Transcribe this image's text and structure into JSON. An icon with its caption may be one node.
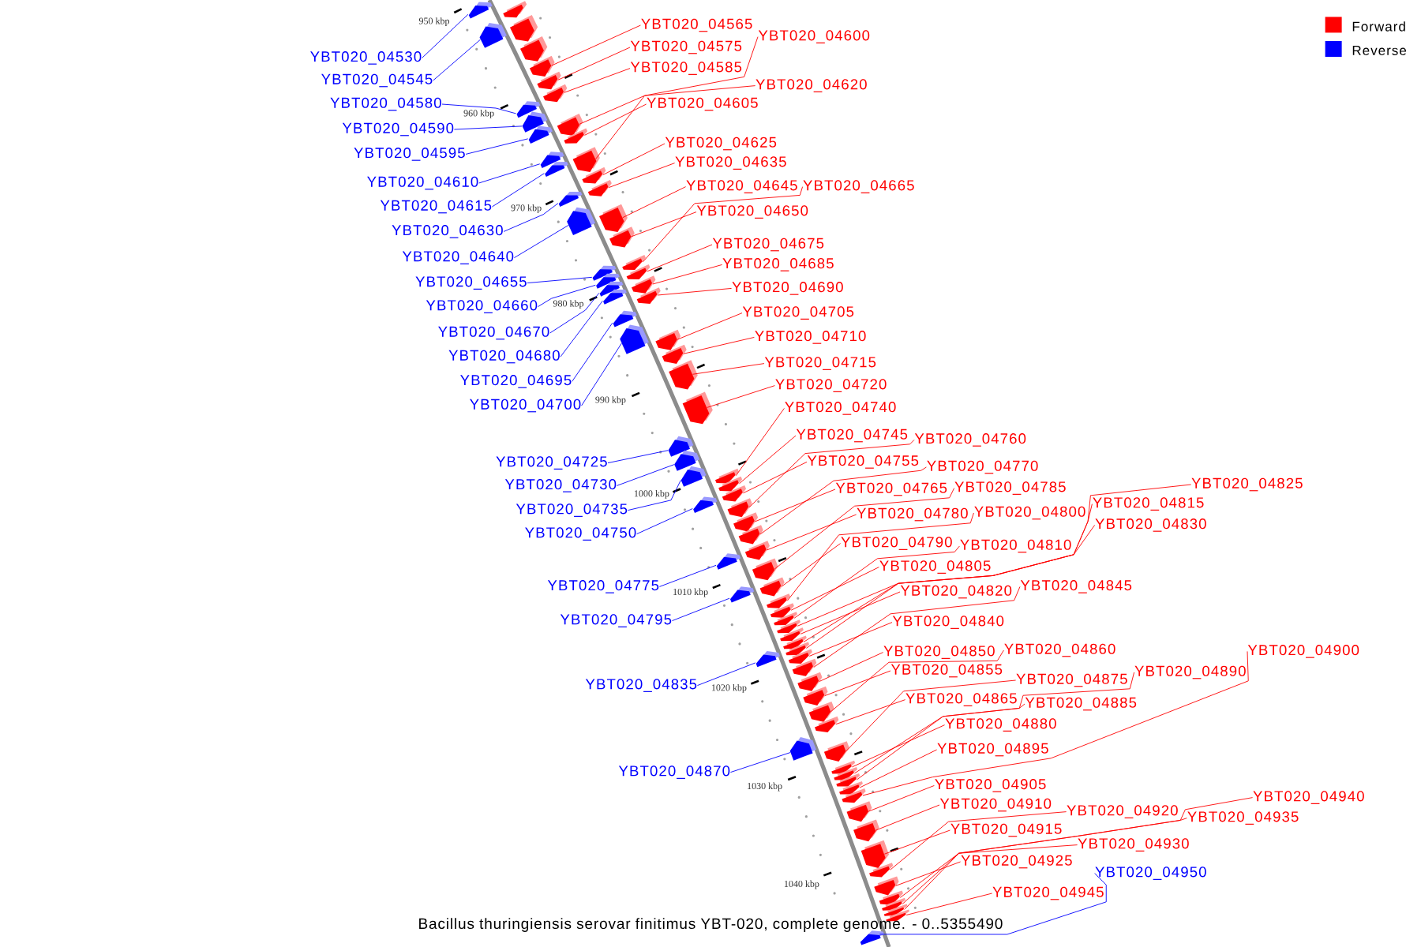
{
  "diagram": {
    "caption": "Bacillus thuringiensis serovar finitimus YBT-020, complete genome. - 0..5355490",
    "nodes": [
      {
        "text": [
          "YBT020_04565"
        ]
      },
      {
        "text": [
          "YBT020_04600"
        ]
      },
      {
        "text": [
          "YBT020_04575"
        ]
      },
      {
        "text": [
          "YBT020_04530"
        ]
      },
      {
        "text": [
          "YBT020_04585"
        ]
      },
      {
        "text": [
          "YBT020_04545"
        ]
      },
      {
        "text": [
          "YBT020_04620"
        ]
      },
      {
        "text": [
          "YBT020_04580"
        ]
      },
      {
        "text": [
          "YBT020_04605"
        ]
      },
      {
        "text": [
          "YBT020_04590"
        ]
      },
      {
        "text": [
          "YBT020_04625"
        ]
      },
      {
        "text": [
          "YBT020_04595"
        ]
      },
      {
        "text": [
          "YBT020_04635"
        ]
      },
      {
        "text": [
          "YBT020_04610"
        ]
      },
      {
        "text": [
          "YBT020_04645"
        ]
      },
      {
        "text": [
          "YBT020_04665"
        ]
      },
      {
        "text": [
          "YBT020_04615"
        ]
      },
      {
        "text": [
          "YBT020_04650"
        ]
      },
      {
        "text": [
          "YBT020_04630"
        ]
      },
      {
        "text": [
          "YBT020_04675"
        ]
      },
      {
        "text": [
          "YBT020_04640"
        ]
      },
      {
        "text": [
          "YBT020_04685"
        ]
      },
      {
        "text": [
          "YBT020_04655"
        ]
      },
      {
        "text": [
          "YBT020_04690"
        ]
      },
      {
        "text": [
          "YBT020_04660"
        ]
      },
      {
        "text": [
          "YBT020_04705"
        ]
      },
      {
        "text": [
          "YBT020_04670"
        ]
      },
      {
        "text": [
          "YBT020_04710"
        ]
      },
      {
        "text": [
          "YBT020_04680"
        ]
      },
      {
        "text": [
          "YBT020_04715"
        ]
      },
      {
        "text": [
          "YBT020_04695"
        ]
      },
      {
        "text": [
          "YBT020_04720"
        ]
      },
      {
        "text": [
          "YBT020_04700"
        ]
      },
      {
        "text": [
          "YBT020_04740"
        ]
      },
      {
        "text": [
          "YBT020_04745"
        ]
      },
      {
        "text": [
          "YBT020_04760"
        ]
      },
      {
        "text": [
          "YBT020_04755"
        ]
      },
      {
        "text": [
          "YBT020_04725"
        ]
      },
      {
        "text": [
          "YBT020_04770"
        ]
      },
      {
        "text": [
          "YBT020_04825"
        ]
      },
      {
        "text": [
          "YBT020_04730"
        ]
      },
      {
        "text": [
          "YBT020_04785"
        ]
      },
      {
        "text": [
          "YBT020_04765"
        ]
      },
      {
        "text": [
          "YBT020_04815"
        ]
      },
      {
        "text": [
          "YBT020_04735"
        ]
      },
      {
        "text": [
          "YBT020_04800"
        ]
      },
      {
        "text": [
          "YBT020_04780"
        ]
      },
      {
        "text": [
          "YBT020_04830"
        ]
      },
      {
        "text": [
          "YBT020_04750"
        ]
      },
      {
        "text": [
          "YBT020_04790"
        ]
      },
      {
        "text": [
          "YBT020_04810"
        ]
      },
      {
        "text": [
          "YBT020_04805"
        ]
      },
      {
        "text": [
          "YBT020_04845"
        ]
      },
      {
        "text": [
          "YBT020_04775"
        ]
      },
      {
        "text": [
          "YBT020_04820"
        ]
      },
      {
        "text": [
          "YBT020_04795"
        ]
      },
      {
        "text": [
          "YBT020_04840"
        ]
      },
      {
        "text": [
          "YBT020_04860"
        ]
      },
      {
        "text": [
          "YBT020_04900"
        ]
      },
      {
        "text": [
          "YBT020_04850"
        ]
      },
      {
        "text": [
          "YBT020_04855"
        ]
      },
      {
        "text": [
          "YBT020_04890"
        ]
      },
      {
        "text": [
          "YBT020_04875"
        ]
      },
      {
        "text": [
          "YBT020_04835"
        ]
      },
      {
        "text": [
          "YBT020_04865"
        ]
      },
      {
        "text": [
          "YBT020_04885"
        ]
      },
      {
        "text": [
          "YBT020_04880"
        ]
      },
      {
        "text": [
          "YBT020_04895"
        ]
      },
      {
        "text": [
          "YBT020_04870"
        ]
      },
      {
        "text": [
          "YBT020_04905"
        ]
      },
      {
        "text": [
          "YBT020_04940"
        ]
      },
      {
        "text": [
          "YBT020_04910"
        ]
      },
      {
        "text": [
          "YBT020_04920"
        ]
      },
      {
        "text": [
          "YBT020_04935"
        ]
      },
      {
        "text": [
          "YBT020_04915"
        ]
      },
      {
        "text": [
          "YBT020_04930"
        ]
      },
      {
        "text": [
          "YBT020_04925"
        ]
      },
      {
        "text": [
          "YBT020_04950"
        ]
      },
      {
        "text": [
          "YBT020_04945"
        ]
      },
      {
        "text": [],
        "shape": "box"
      },
      {
        "text": [],
        "shape": "box"
      },
      {
        "text": [],
        "shape": "box"
      },
      {
        "text": [],
        "shape": "box"
      },
      {
        "text": [],
        "shape": "box"
      },
      {
        "text": [],
        "shape": "box"
      },
      {
        "text": [],
        "shape": "box"
      },
      {
        "text": [],
        "shape": "box"
      },
      {
        "text": [],
        "shape": "box"
      },
      {
        "text": [],
        "shape": "box"
      },
      {
        "text": [],
        "shape": "box"
      },
      {
        "text": [],
        "shape": "box"
      },
      {
        "text": [],
        "shape": "box"
      },
      {
        "text": [],
        "shape": "box"
      },
      {
        "text": [],
        "shape": "box"
      },
      {
        "text": [],
        "shape": "box"
      },
      {
        "text": [],
        "shape": "box"
      },
      {
        "text": [],
        "shape": "box"
      },
      {
        "text": [],
        "shape": "box"
      },
      {
        "text": [],
        "shape": "box"
      },
      {
        "text": [],
        "shape": "box"
      },
      {
        "text": [],
        "shape": "box"
      },
      {
        "text": [],
        "shape": "box"
      },
      {
        "text": [],
        "shape": "box"
      },
      {
        "text": [],
        "shape": "box"
      },
      {
        "text": [],
        "shape": "box"
      },
      {
        "text": [],
        "shape": "box"
      },
      {
        "text": [],
        "shape": "box"
      },
      {
        "text": [],
        "shape": "box"
      },
      {
        "text": [],
        "shape": "box"
      },
      {
        "text": [],
        "shape": "box"
      },
      {
        "text": [],
        "shape": "box"
      },
      {
        "text": [],
        "shape": "box"
      },
      {
        "text": [],
        "shape": "box"
      },
      {
        "text": [],
        "shape": "box"
      },
      {
        "text": [],
        "shape": "box"
      },
      {
        "text": [],
        "shape": "box"
      },
      {
        "text": [],
        "shape": "box"
      },
      {
        "text": [],
        "shape": "box"
      },
      {
        "text": [],
        "shape": "box"
      },
      {
        "text": [],
        "shape": "box"
      },
      {
        "text": [],
        "shape": "box"
      },
      {
        "text": [],
        "shape": "box"
      },
      {
        "text": [],
        "shape": "box"
      },
      {
        "text": [],
        "shape": "box"
      },
      {
        "text": [],
        "shape": "box"
      },
      {
        "text": [],
        "shape": "box"
      },
      {
        "text": [],
        "shape": "box"
      },
      {
        "text": [],
        "shape": "box"
      },
      {
        "text": [],
        "shape": "box"
      },
      {
        "text": [],
        "shape": "box"
      },
      {
        "text": [],
        "shape": "box"
      },
      {
        "text": [],
        "shape": "box"
      },
      {
        "text": [],
        "shape": "box"
      },
      {
        "text": [],
        "shape": "box"
      },
      {
        "text": [],
        "shape": "box"
      },
      {
        "text": [],
        "shape": "box"
      },
      {
        "text": [],
        "shape": "box"
      },
      {
        "text": [],
        "shape": "box"
      },
      {
        "text": [],
        "shape": "box"
      },
      {
        "text": [],
        "shape": "box"
      },
      {
        "text": [],
        "shape": "box"
      },
      {
        "text": [],
        "shape": "box"
      },
      {
        "text": [],
        "shape": "box"
      },
      {
        "text": [],
        "shape": "box"
      },
      {
        "text": [],
        "shape": "box"
      },
      {
        "text": [],
        "shape": "box"
      },
      {
        "text": [],
        "shape": "box"
      },
      {
        "text": [],
        "shape": "box"
      },
      {
        "text": [],
        "shape": "box"
      },
      {
        "text": [],
        "shape": "box"
      },
      {
        "text": [],
        "shape": "box"
      },
      {
        "text": [],
        "shape": "box"
      },
      {
        "text": [],
        "shape": "box"
      },
      {
        "text": [],
        "shape": "box"
      },
      {
        "text": [],
        "shape": "box"
      },
      {
        "text": [],
        "shape": "box"
      },
      {
        "text": [],
        "shape": "box"
      },
      {
        "text": [],
        "shape": "box"
      },
      {
        "text": [],
        "shape": "box"
      },
      {
        "text": [],
        "shape": "box"
      },
      {
        "text": [],
        "shape": "box"
      }
    ],
    "edges": [
      {
        "from": 0,
        "to": 84,
        "arrow": "none"
      },
      {
        "from": 1,
        "to": 90,
        "arrow": "none"
      },
      {
        "from": 2,
        "to": 85,
        "arrow": "none"
      },
      {
        "from": 3,
        "to": 79,
        "arrow": "none",
        "color": "#0000ff"
      },
      {
        "from": 4,
        "to": 87,
        "arrow": "none"
      },
      {
        "from": 5,
        "to": 81,
        "arrow": "none",
        "color": "#0000ff"
      },
      {
        "from": 6,
        "to": 94,
        "arrow": "none"
      },
      {
        "from": 7,
        "to": 86,
        "arrow": "none",
        "color": "#0000ff"
      },
      {
        "from": 8,
        "to": 91,
        "arrow": "none"
      },
      {
        "from": 9,
        "to": 88,
        "arrow": "none",
        "color": "#0000ff"
      },
      {
        "from": 10,
        "to": 95,
        "arrow": "none"
      },
      {
        "from": 11,
        "to": 89,
        "arrow": "none",
        "color": "#0000ff"
      },
      {
        "from": 12,
        "to": 97,
        "arrow": "none"
      },
      {
        "from": 13,
        "to": 92,
        "arrow": "none",
        "color": "#0000ff"
      },
      {
        "from": 14,
        "to": 99,
        "arrow": "none"
      },
      {
        "from": 15,
        "to": 102,
        "arrow": "none"
      },
      {
        "from": 16,
        "to": 93,
        "arrow": "none",
        "color": "#0000ff"
      },
      {
        "from": 17,
        "to": 100,
        "arrow": "none"
      },
      {
        "from": 18,
        "to": 96,
        "arrow": "none",
        "color": "#0000ff"
      },
      {
        "from": 19,
        "to": 104,
        "arrow": "none"
      },
      {
        "from": 20,
        "to": 98,
        "arrow": "none",
        "color": "#0000ff"
      },
      {
        "from": 21,
        "to": 107,
        "arrow": "none"
      },
      {
        "from": 22,
        "to": 101,
        "arrow": "none",
        "color": "#0000ff"
      },
      {
        "from": 23,
        "to": 108,
        "arrow": "none"
      },
      {
        "from": 24,
        "to": 103,
        "arrow": "none",
        "color": "#0000ff"
      },
      {
        "from": 25,
        "to": 111,
        "arrow": "none"
      },
      {
        "from": 26,
        "to": 105,
        "arrow": "none",
        "color": "#0000ff"
      },
      {
        "from": 27,
        "to": 112,
        "arrow": "none"
      },
      {
        "from": 28,
        "to": 106,
        "arrow": "none",
        "color": "#0000ff"
      },
      {
        "from": 29,
        "to": 113,
        "arrow": "none"
      },
      {
        "from": 30,
        "to": 109,
        "arrow": "none",
        "color": "#0000ff"
      },
      {
        "from": 31,
        "to": 114,
        "arrow": "none"
      },
      {
        "from": 32,
        "to": 110,
        "arrow": "none",
        "color": "#0000ff"
      },
      {
        "from": 33,
        "to": 118,
        "arrow": "none"
      },
      {
        "from": 34,
        "to": 119,
        "arrow": "none"
      },
      {
        "from": 35,
        "to": 122,
        "arrow": "none"
      },
      {
        "from": 36,
        "to": 121,
        "arrow": "none"
      },
      {
        "from": 37,
        "to": 115,
        "arrow": "none",
        "color": "#0000ff"
      },
      {
        "from": 38,
        "to": 124,
        "arrow": "none"
      },
      {
        "from": 39,
        "to": 135,
        "arrow": "none"
      },
      {
        "from": 40,
        "to": 116,
        "arrow": "none",
        "color": "#0000ff"
      },
      {
        "from": 41,
        "to": 127,
        "arrow": "none"
      },
      {
        "from": 42,
        "to": 123,
        "arrow": "none"
      },
      {
        "from": 43,
        "to": 133,
        "arrow": "none"
      },
      {
        "from": 44,
        "to": 117,
        "arrow": "none",
        "color": "#0000ff"
      },
      {
        "from": 45,
        "to": 130,
        "arrow": "none"
      },
      {
        "from": 46,
        "to": 126,
        "arrow": "none"
      },
      {
        "from": 47,
        "to": 137,
        "arrow": "none"
      },
      {
        "from": 48,
        "to": 120,
        "arrow": "none",
        "color": "#0000ff"
      },
      {
        "from": 49,
        "to": 129,
        "arrow": "none"
      },
      {
        "from": 50,
        "to": 132,
        "arrow": "none"
      },
      {
        "from": 51,
        "to": 131,
        "arrow": "none"
      },
      {
        "from": 52,
        "to": 139,
        "arrow": "none"
      },
      {
        "from": 53,
        "to": 125,
        "arrow": "none",
        "color": "#0000ff"
      },
      {
        "from": 54,
        "to": 134,
        "arrow": "none"
      },
      {
        "from": 55,
        "to": 128,
        "arrow": "none",
        "color": "#0000ff"
      },
      {
        "from": 56,
        "to": 138,
        "arrow": "none"
      },
      {
        "from": 57,
        "to": 142,
        "arrow": "none"
      },
      {
        "from": 58,
        "to": 150,
        "arrow": "none"
      },
      {
        "from": 59,
        "to": 140,
        "arrow": "none"
      },
      {
        "from": 60,
        "to": 141,
        "arrow": "none"
      },
      {
        "from": 61,
        "to": 148,
        "arrow": "none"
      },
      {
        "from": 62,
        "to": 145,
        "arrow": "none"
      },
      {
        "from": 63,
        "to": 136,
        "arrow": "none",
        "color": "#0000ff"
      },
      {
        "from": 64,
        "to": 143,
        "arrow": "none"
      },
      {
        "from": 65,
        "to": 147,
        "arrow": "none"
      },
      {
        "from": 66,
        "to": 146,
        "arrow": "none"
      },
      {
        "from": 67,
        "to": 149,
        "arrow": "none"
      },
      {
        "from": 68,
        "to": 144,
        "arrow": "none",
        "color": "#0000ff"
      },
      {
        "from": 69,
        "to": 151,
        "arrow": "none"
      },
      {
        "from": 70,
        "to": 158,
        "arrow": "none"
      },
      {
        "from": 71,
        "to": 152,
        "arrow": "none"
      },
      {
        "from": 72,
        "to": 154,
        "arrow": "none"
      },
      {
        "from": 73,
        "to": 157,
        "arrow": "none"
      },
      {
        "from": 74,
        "to": 153,
        "arrow": "none"
      },
      {
        "from": 75,
        "to": 156,
        "arrow": "none"
      },
      {
        "from": 76,
        "to": 155,
        "arrow": "none"
      },
      {
        "from": 77,
        "to": 160,
        "arrow": "none",
        "color": "#0000ff"
      },
      {
        "from": 78,
        "to": 159,
        "arrow": "none"
      }
    ],
    "labels": [
      "950 kbp",
      "960 kbp",
      "970 kbp",
      "980 kbp",
      "990 kbp",
      "1000 kbp",
      "1010 kbp",
      "1020 kbp",
      "1030 kbp",
      "1040 kbp"
    ],
    "legend": [
      {
        "text": "Forward",
        "color": "#ff0000"
      },
      {
        "text": "Reverse",
        "color": "#0000ff"
      }
    ]
  }
}
